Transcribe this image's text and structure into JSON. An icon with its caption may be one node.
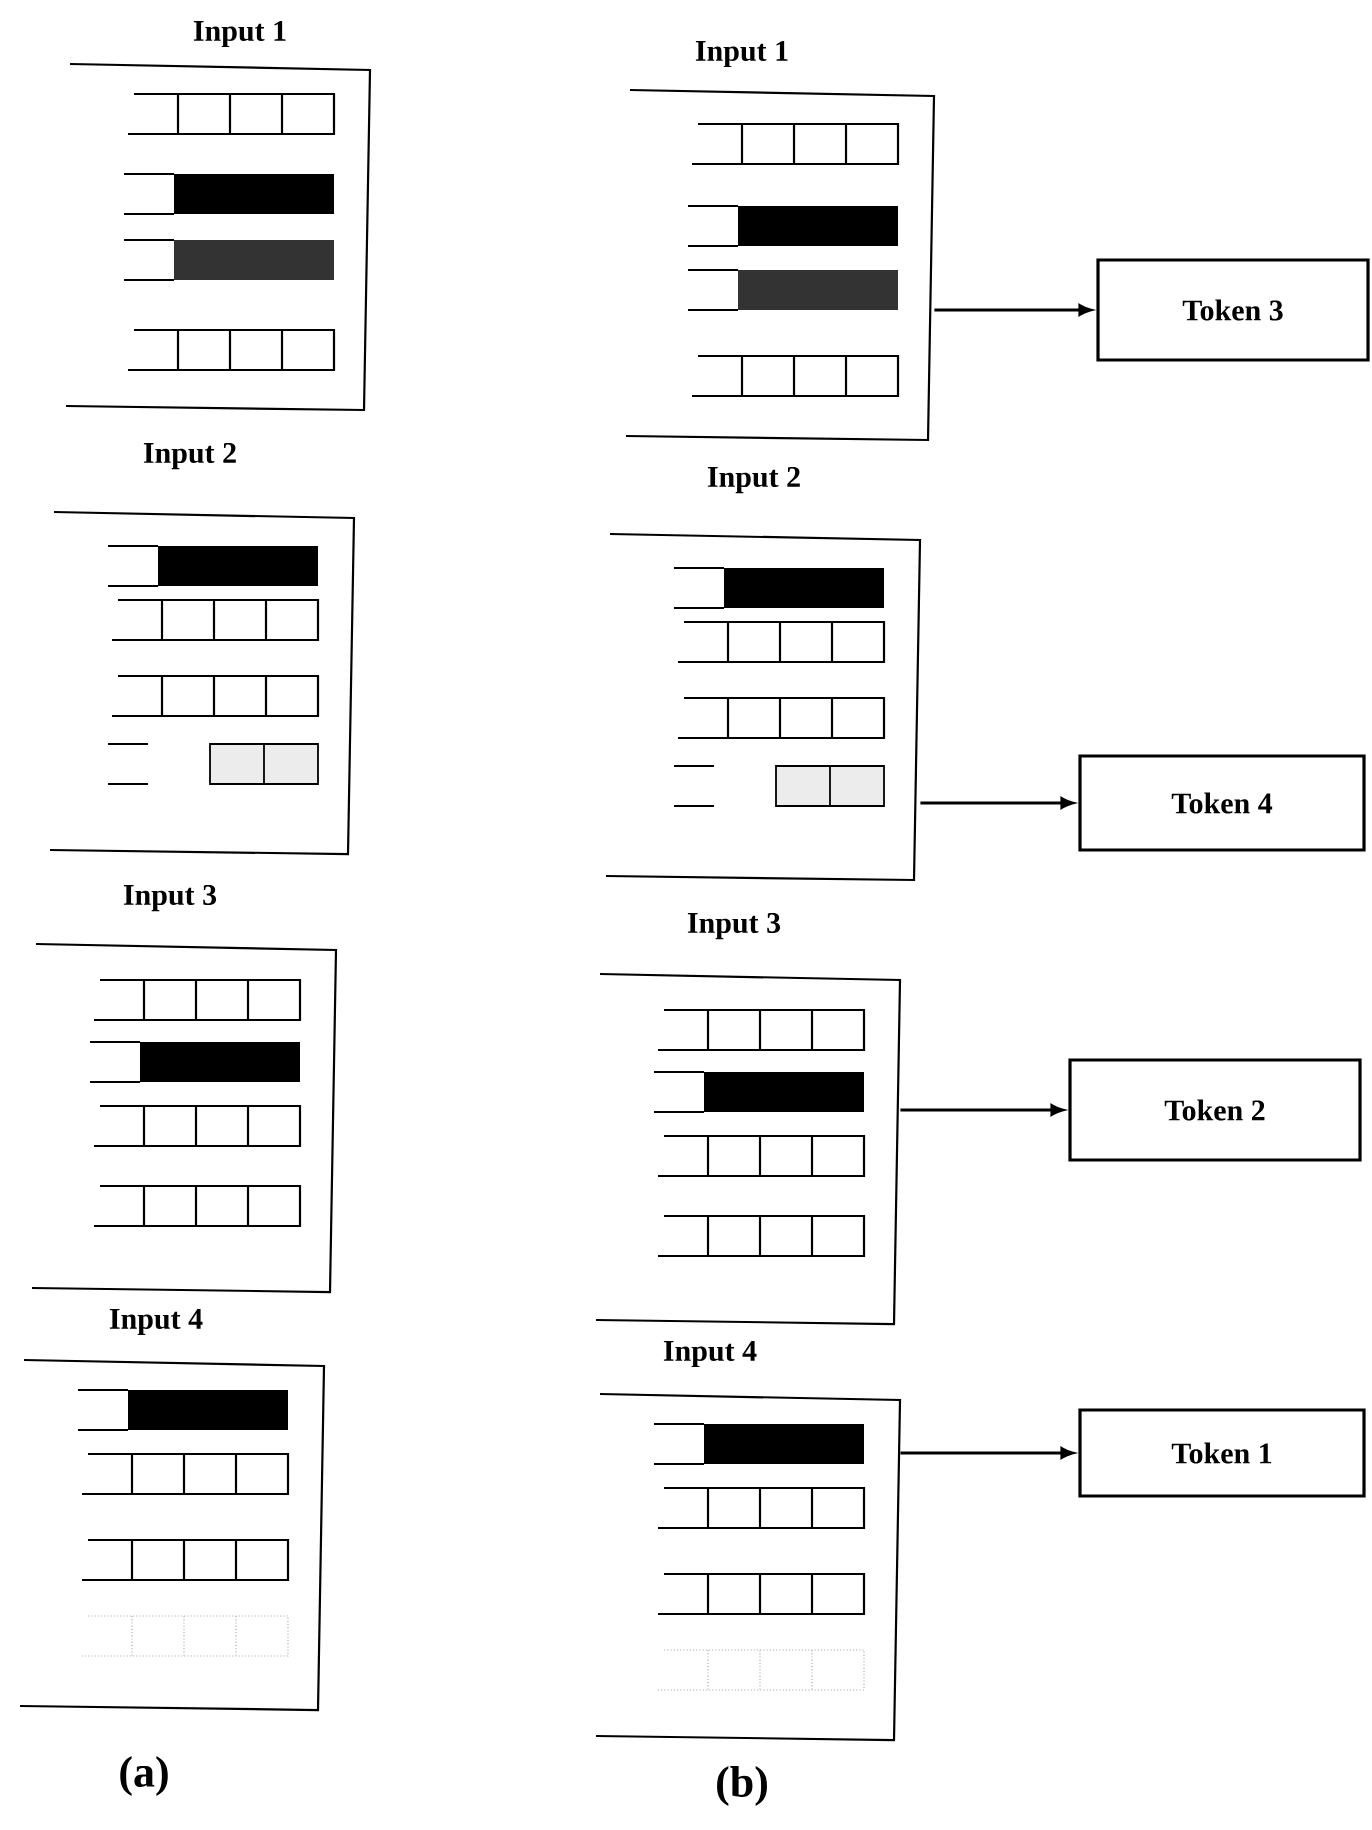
{
  "diagram": {
    "nodes": [
      {
        "text": [
          "Input 1"
        ]
      },
      {
        "text": [
          "Input 2"
        ]
      },
      {
        "text": [
          "Input 3"
        ]
      },
      {
        "text": [
          "Input 4"
        ]
      },
      {
        "text": [
          "Input 1"
        ]
      },
      {
        "text": [
          "Token 3"
        ]
      },
      {
        "text": [
          "Input 2"
        ]
      },
      {
        "text": [
          "Token 4"
        ]
      },
      {
        "text": [
          "Input 3"
        ]
      },
      {
        "text": [
          "Token 2"
        ]
      },
      {
        "text": [
          "Input 4"
        ]
      },
      {
        "text": [
          "Token 1"
        ]
      }
    ],
    "edges": [
      {
        "from": 4,
        "to": 5,
        "arrow": "to"
      },
      {
        "from": 6,
        "to": 7,
        "arrow": "to"
      },
      {
        "from": 8,
        "to": 9,
        "arrow": "to"
      },
      {
        "from": 10,
        "to": 11,
        "arrow": "to"
      }
    ],
    "labels": [
      "(a)",
      "(b)"
    ]
  }
}
